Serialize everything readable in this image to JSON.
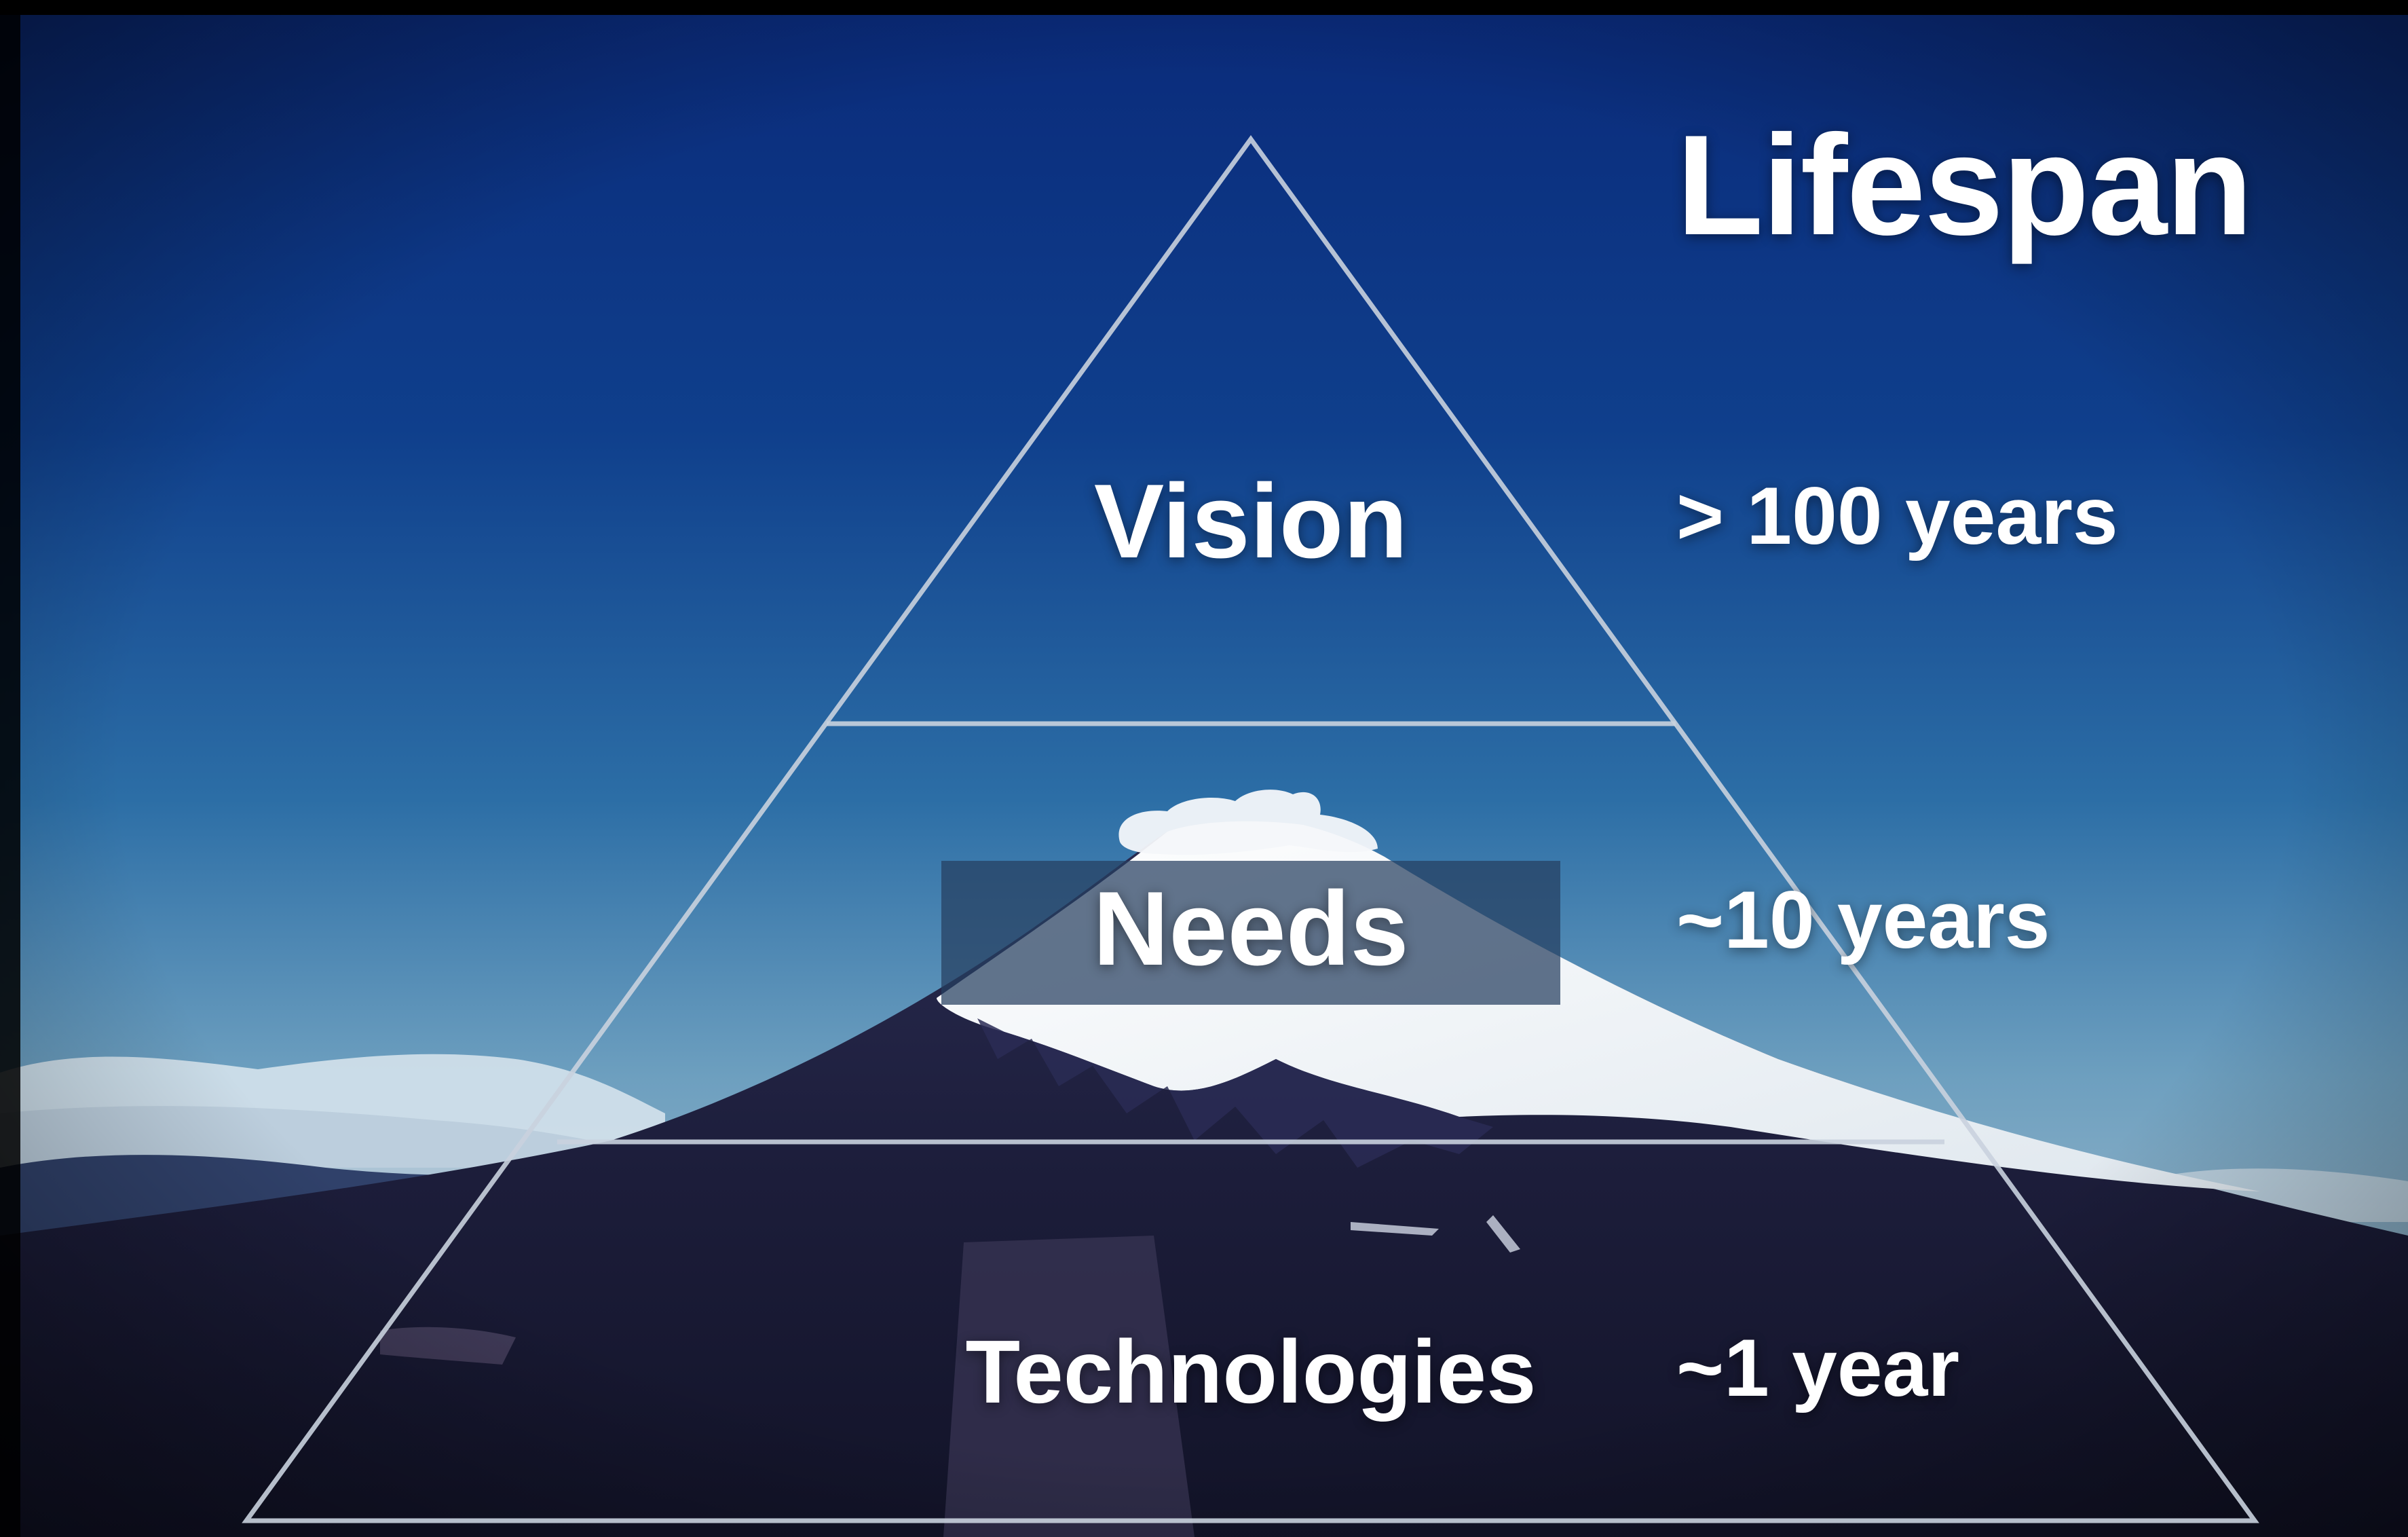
{
  "slide": {
    "title": "Lifespan",
    "colors": {
      "sky_top": "#0b2b7c",
      "sky_mid": "#1a5fa3",
      "sky_horizon": "#6a9bbc",
      "mountain_dark": "#1d2142",
      "snow": "#f2f5f8",
      "pyramid_line": "#c9d2de",
      "text": "#ffffff",
      "highlight_box": "#263e60"
    },
    "background_image": "mountain-landscape-photo",
    "tiers": [
      {
        "label": "Vision",
        "lifespan": "> 100 years",
        "highlighted": false
      },
      {
        "label": "Needs",
        "lifespan": "~10 years",
        "highlighted": true
      },
      {
        "label": "Technologies",
        "lifespan": "~1 year",
        "highlighted": false
      }
    ]
  }
}
